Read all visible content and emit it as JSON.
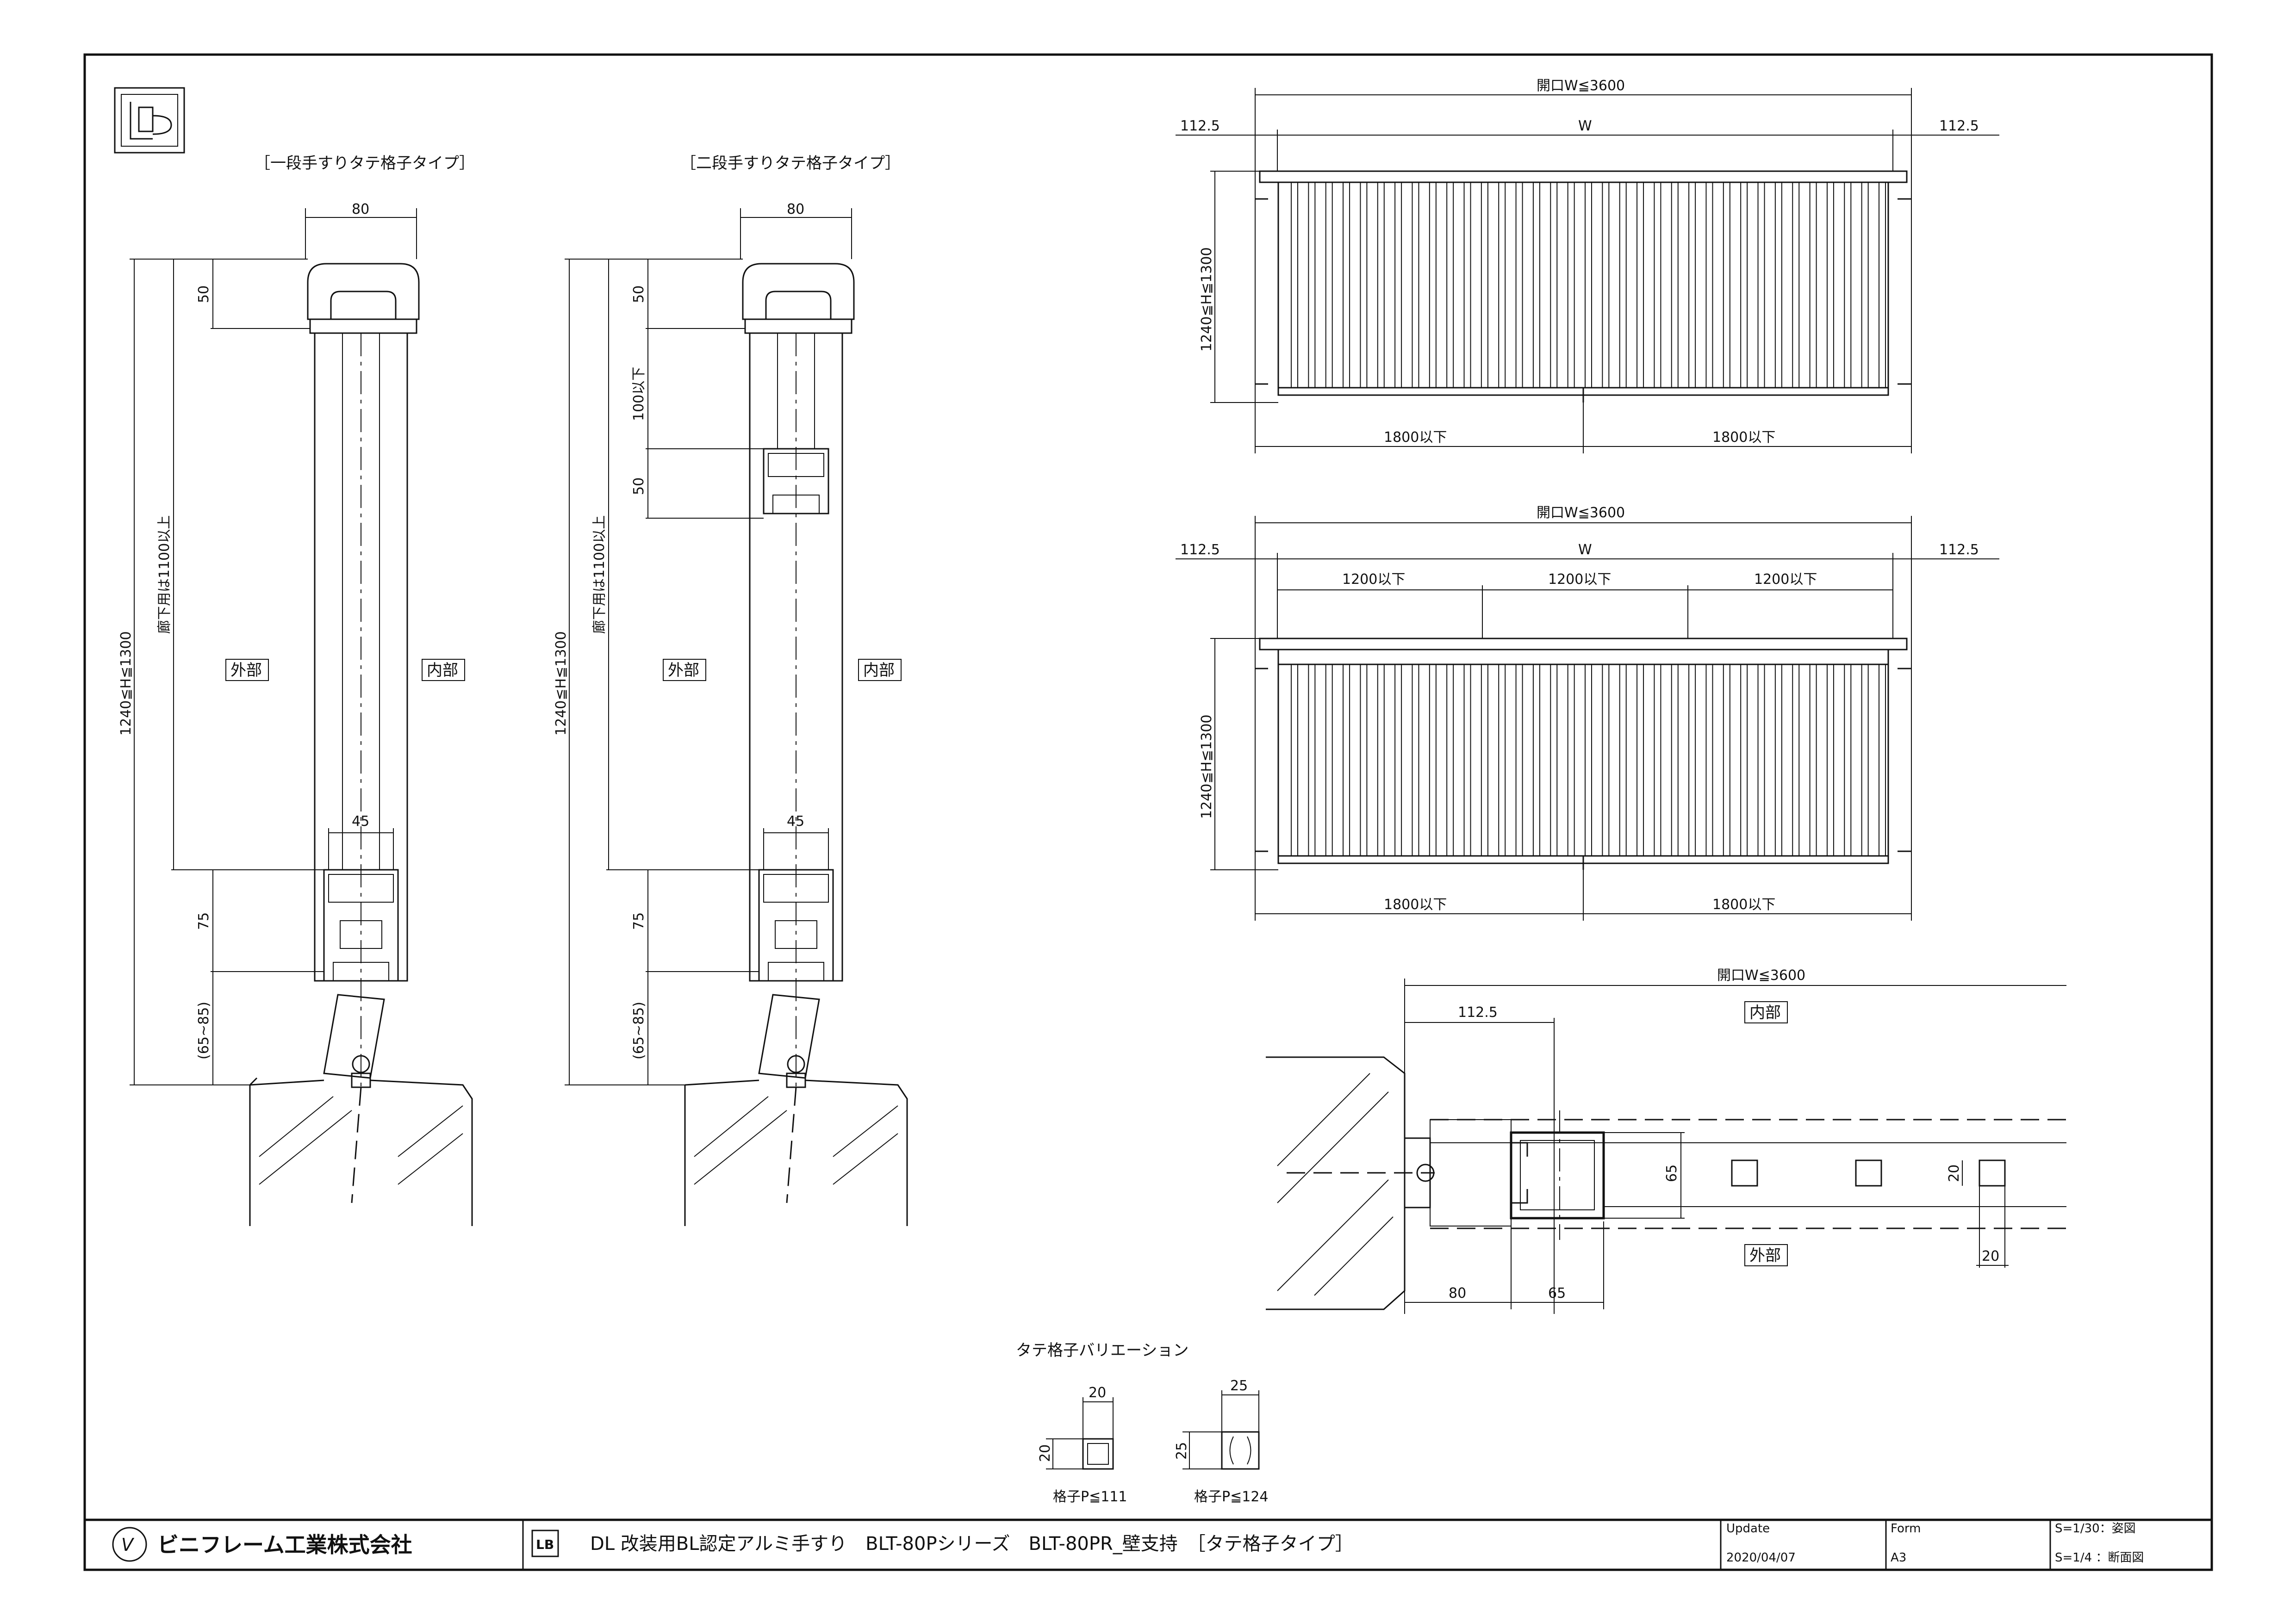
{
  "side_views": [
    {
      "title": "［一段手すりタテ格子タイプ］",
      "dim_width": "80",
      "dim_top": "50",
      "dim_height": "1240≦H≦1300",
      "dim_corridor": "廊下用は1100以上",
      "label_outside": "外部",
      "label_inside": "内部",
      "dim_rail": "45",
      "dim_base": "75",
      "dim_bottom": "(65~85)"
    },
    {
      "title": "［二段手すりタテ格子タイプ］",
      "dim_width": "80",
      "dim_top": "50",
      "dim_mid": "100以下",
      "dim_mid2": "50",
      "dim_height": "1240≦H≦1300",
      "dim_corridor": "廊下用は1100以上",
      "label_outside": "外部",
      "label_inside": "内部",
      "dim_rail": "45",
      "dim_base": "75",
      "dim_bottom": "(65~85)"
    }
  ],
  "elevations": [
    {
      "dim_opening": "開口W≦3600",
      "dim_left": "112.5",
      "dim_right": "112.5",
      "dim_w": "W",
      "dim_height": "1240≦H≦1300",
      "dim_span_left": "1800以下",
      "dim_span_right": "1800以下",
      "upper_spans": []
    },
    {
      "dim_opening": "開口W≦3600",
      "dim_left": "112.5",
      "dim_right": "112.5",
      "dim_w": "W",
      "dim_height": "1240≦H≦1300",
      "dim_span_left": "1800以下",
      "dim_span_right": "1800以下",
      "upper_spans": [
        "1200以下",
        "1200以下",
        "1200以下"
      ]
    }
  ],
  "plan_view": {
    "dim_opening": "開口W≦3600",
    "dim_offset": "112.5",
    "label_inside": "内部",
    "label_outside": "外部",
    "dim_65v": "65",
    "dim_20v": "20",
    "dim_20h": "20",
    "dim_80": "80",
    "dim_65": "65"
  },
  "variations": {
    "title": "タテ格子バリエーション",
    "items": [
      {
        "w": "20",
        "h": "20",
        "caption": "格子P≦111"
      },
      {
        "w": "25",
        "h": "25",
        "caption": "格子P≦124"
      }
    ]
  },
  "title_block": {
    "company": "ビニフレーム工業株式会社",
    "logo_letters": "LB",
    "drawing_title": "DL 改装用BL認定アルミ手すり　BLT-80Pシリーズ　BLT-80PR_壁支持　［タテ格子タイプ］",
    "update_label": "Update",
    "update_value": "2020/04/07",
    "form_label": "Form",
    "form_value": "A3",
    "scale1": "S=1/30：姿図",
    "scale2": "S=1/4 ：断面図"
  }
}
